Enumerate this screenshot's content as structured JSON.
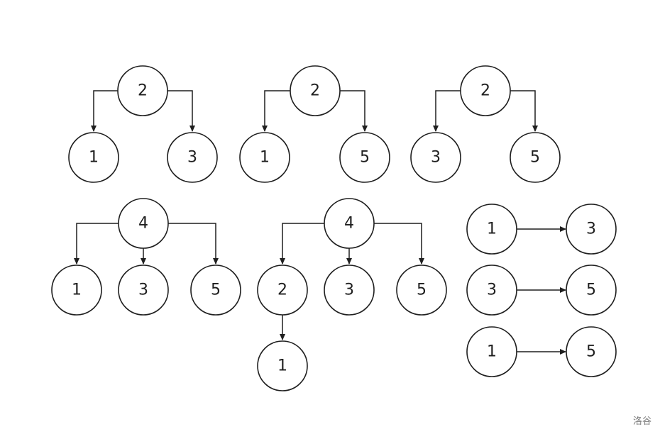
{
  "diagram": {
    "trees": [
      {
        "id": "tree-2-1-3",
        "root": "2",
        "children": [
          "1",
          "3"
        ]
      },
      {
        "id": "tree-2-1-5",
        "root": "2",
        "children": [
          "1",
          "5"
        ]
      },
      {
        "id": "tree-2-3-5",
        "root": "2",
        "children": [
          "3",
          "5"
        ]
      },
      {
        "id": "tree-4-1-3-5",
        "root": "4",
        "children": [
          "1",
          "3",
          "5"
        ]
      },
      {
        "id": "tree-4-2-3-5",
        "root": "4",
        "children": [
          "2",
          "3",
          "5"
        ],
        "grandchild": {
          "parent": "2",
          "label": "1"
        }
      }
    ],
    "chains": [
      {
        "id": "chain-1-3",
        "from": "1",
        "to": "3"
      },
      {
        "id": "chain-3-5",
        "from": "3",
        "to": "5"
      },
      {
        "id": "chain-1-5",
        "from": "1",
        "to": "5"
      }
    ]
  },
  "watermark": "洛谷"
}
